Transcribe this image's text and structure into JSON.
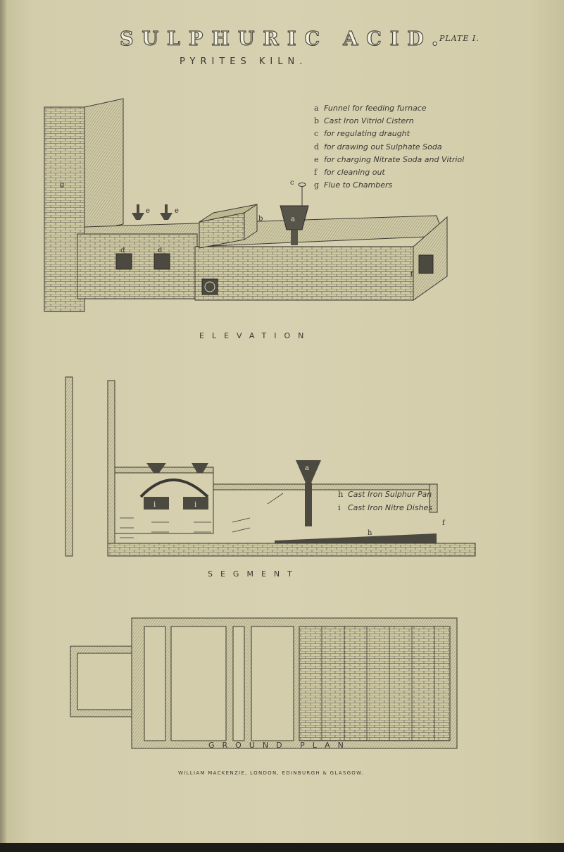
{
  "title": "SULPHURIC ACID.",
  "plate": "PLATE I.",
  "subtitle": "PYRITES KILN.",
  "elevation": {
    "caption": "ELEVATION",
    "legend": [
      {
        "key": "a",
        "text": "Funnel for feeding furnace"
      },
      {
        "key": "b",
        "text": "Cast Iron Vitriol Cistern"
      },
      {
        "key": "c",
        "text": "for regulating draught"
      },
      {
        "key": "d",
        "text": "for drawing out Sulphate Soda"
      },
      {
        "key": "e",
        "text": "for charging Nitrate Soda and Vitriol"
      },
      {
        "key": "f",
        "text": "for cleaning out"
      },
      {
        "key": "g",
        "text": "Flue to Chambers"
      }
    ],
    "labels": {
      "a": "a",
      "b": "b",
      "c": "c",
      "d": "d",
      "e": "e",
      "f": "f",
      "g": "g"
    }
  },
  "segment": {
    "caption": "SEGMENT",
    "legend": [
      {
        "key": "h",
        "text": "Cast Iron Sulphur Pan"
      },
      {
        "key": "i",
        "text": "Cast Iron Nitre Dishes"
      }
    ],
    "labels": {
      "a": "a",
      "h": "h",
      "i": "i",
      "f": "f"
    }
  },
  "ground_plan": {
    "caption": "GROUND PLAN"
  },
  "publisher": "WILLIAM MACKENZIE, LONDON, EDINBURGH & GLASGOW."
}
